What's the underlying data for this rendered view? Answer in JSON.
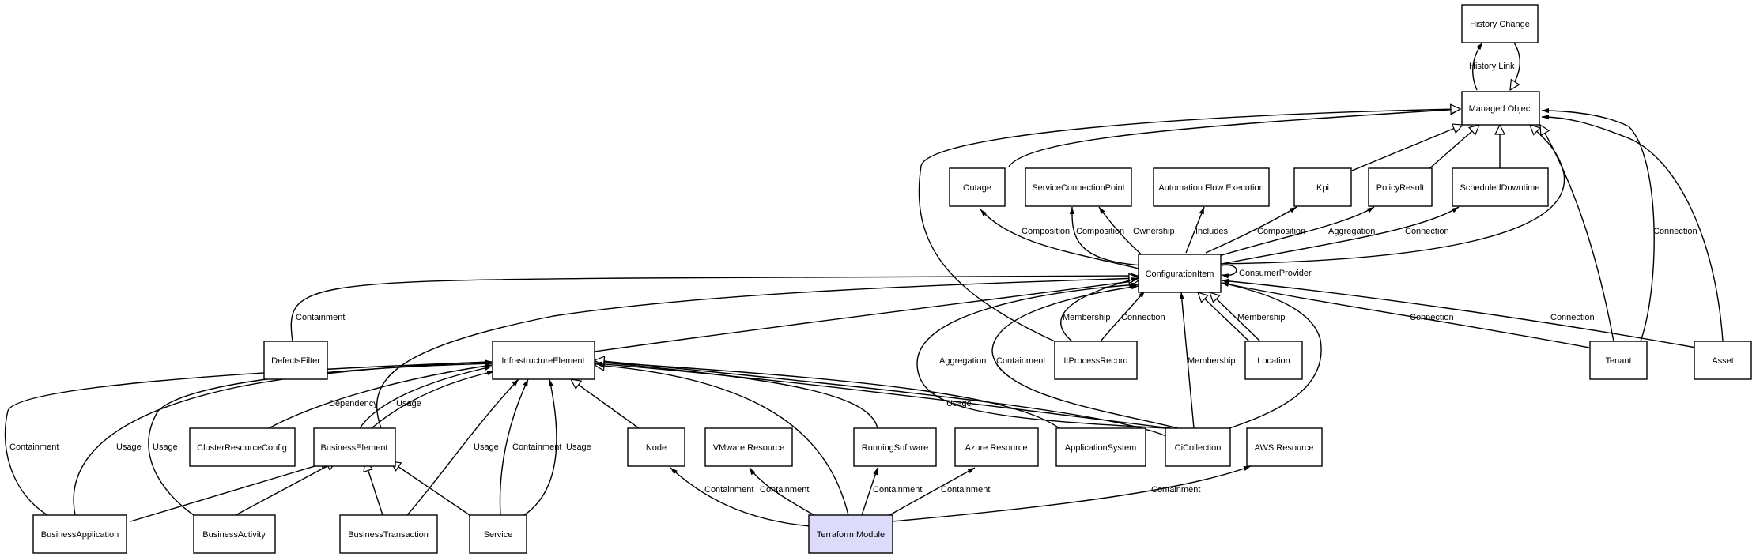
{
  "nodes": {
    "history_change": "History Change",
    "managed_object": "Managed Object",
    "outage": "Outage",
    "service_connection_point": "ServiceConnectionPoint",
    "automation_flow_execution": "Automation Flow Execution",
    "kpi": "Kpi",
    "policy_result": "PolicyResult",
    "scheduled_downtime": "ScheduledDowntime",
    "configuration_item": "ConfigurationItem",
    "defects_filter": "DefectsFilter",
    "infrastructure_element": "InfrastructureElement",
    "it_process_record": "ItProcessRecord",
    "location": "Location",
    "tenant": "Tenant",
    "asset": "Asset",
    "cluster_resource_config": "ClusterResourceConfig",
    "business_element": "BusinessElement",
    "node": "Node",
    "vmware_resource": "VMware Resource",
    "running_software": "RunningSoftware",
    "azure_resource": "Azure Resource",
    "application_system": "ApplicationSystem",
    "ci_collection": "CiCollection",
    "aws_resource": "AWS Resource",
    "business_application": "BusinessApplication",
    "business_activity": "BusinessActivity",
    "business_transaction": "BusinessTransaction",
    "service": "Service",
    "terraform_module": "Terraform Module"
  },
  "edge_labels": {
    "history_link": "History Link",
    "composition": "Composition",
    "ownership": "Ownership",
    "includes": "Includes",
    "aggregation": "Aggregation",
    "connection": "Connection",
    "consumer_provider": "ConsumerProvider",
    "containment": "Containment",
    "membership": "Membership",
    "dependency": "Dependency",
    "usage": "Usage"
  },
  "colors": {
    "highlight_fill": "#dcdcfa",
    "stroke": "#000000",
    "background": "#ffffff"
  }
}
